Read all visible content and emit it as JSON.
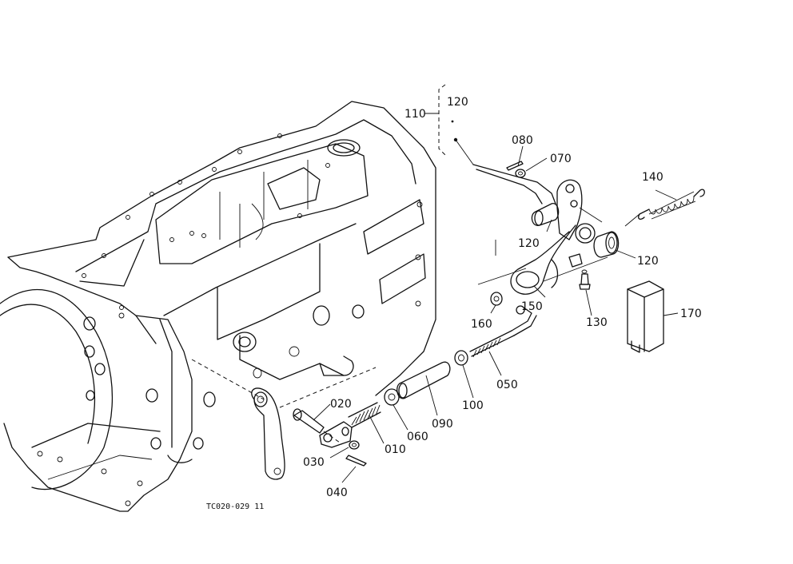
{
  "figure_code": "TC020-029 11",
  "labels": {
    "p110": "110",
    "p120_group": "120",
    "p080": "080",
    "p070": "070",
    "p140": "140",
    "p120_pin": "120",
    "p120_bush": "120",
    "p150": "150",
    "p130": "130",
    "p160": "160",
    "p170": "170",
    "p050": "050",
    "p100": "100",
    "p090": "090",
    "p060": "060",
    "p010": "010",
    "p020": "020",
    "p030": "030",
    "p040": "040"
  }
}
